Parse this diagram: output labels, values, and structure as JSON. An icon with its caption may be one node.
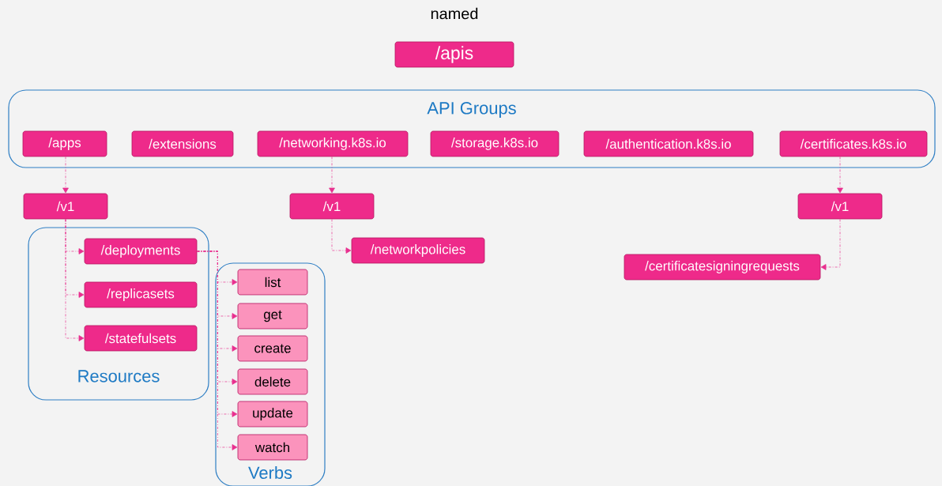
{
  "diagram": {
    "title": "named",
    "nodes": [
      {
        "text": [
          "/apis"
        ]
      },
      {
        "text": [
          "API Groups"
        ]
      },
      {
        "text": [
          "/apps"
        ],
        "in": 1
      },
      {
        "text": [
          "/extensions"
        ],
        "in": 1
      },
      {
        "text": [
          "/networking.k8s.io"
        ],
        "in": 1
      },
      {
        "text": [
          "/storage.k8s.io"
        ],
        "in": 1
      },
      {
        "text": [
          "/authentication.k8s.io"
        ],
        "in": 1
      },
      {
        "text": [
          "/certificates.k8s.io"
        ],
        "in": 1
      },
      {
        "text": [
          "/v1"
        ]
      },
      {
        "text": [
          "/v1"
        ]
      },
      {
        "text": [
          "/v1"
        ]
      },
      {
        "text": [
          "Resources"
        ]
      },
      {
        "text": [
          "/deployments"
        ],
        "in": 11
      },
      {
        "text": [
          "/replicasets"
        ],
        "in": 11
      },
      {
        "text": [
          "/statefulsets"
        ],
        "in": 11
      },
      {
        "text": [
          "/networkpolicies"
        ]
      },
      {
        "text": [
          "/certificatesigningrequests"
        ]
      },
      {
        "text": [
          "Verbs"
        ]
      },
      {
        "text": [
          "list"
        ],
        "in": 17
      },
      {
        "text": [
          "get"
        ],
        "in": 17
      },
      {
        "text": [
          "create"
        ],
        "in": 17
      },
      {
        "text": [
          "delete"
        ],
        "in": 17
      },
      {
        "text": [
          "update"
        ],
        "in": 17
      },
      {
        "text": [
          "watch"
        ],
        "in": 17
      }
    ],
    "edges": [
      {
        "from": 2,
        "to": 8,
        "arrow": "to",
        "style": "dashed"
      },
      {
        "from": 4,
        "to": 9,
        "arrow": "to",
        "style": "dashed"
      },
      {
        "from": 7,
        "to": 10,
        "arrow": "to",
        "style": "dashed"
      },
      {
        "from": 8,
        "to": 12,
        "arrow": "to",
        "style": "dashed"
      },
      {
        "from": 8,
        "to": 13,
        "arrow": "to",
        "style": "dashed"
      },
      {
        "from": 8,
        "to": 14,
        "arrow": "to",
        "style": "dashed"
      },
      {
        "from": 9,
        "to": 15,
        "arrow": "to",
        "style": "dashed"
      },
      {
        "from": 10,
        "to": 16,
        "arrow": "to",
        "style": "dashed"
      },
      {
        "from": 12,
        "to": 18,
        "arrow": "to",
        "style": "dashed"
      },
      {
        "from": 12,
        "to": 19,
        "arrow": "to",
        "style": "dashed"
      },
      {
        "from": 12,
        "to": 20,
        "arrow": "to",
        "style": "dashed"
      },
      {
        "from": 12,
        "to": 21,
        "arrow": "to",
        "style": "dashed"
      },
      {
        "from": 12,
        "to": 22,
        "arrow": "to",
        "style": "dashed"
      },
      {
        "from": 12,
        "to": 23,
        "arrow": "to",
        "style": "dashed"
      }
    ]
  }
}
